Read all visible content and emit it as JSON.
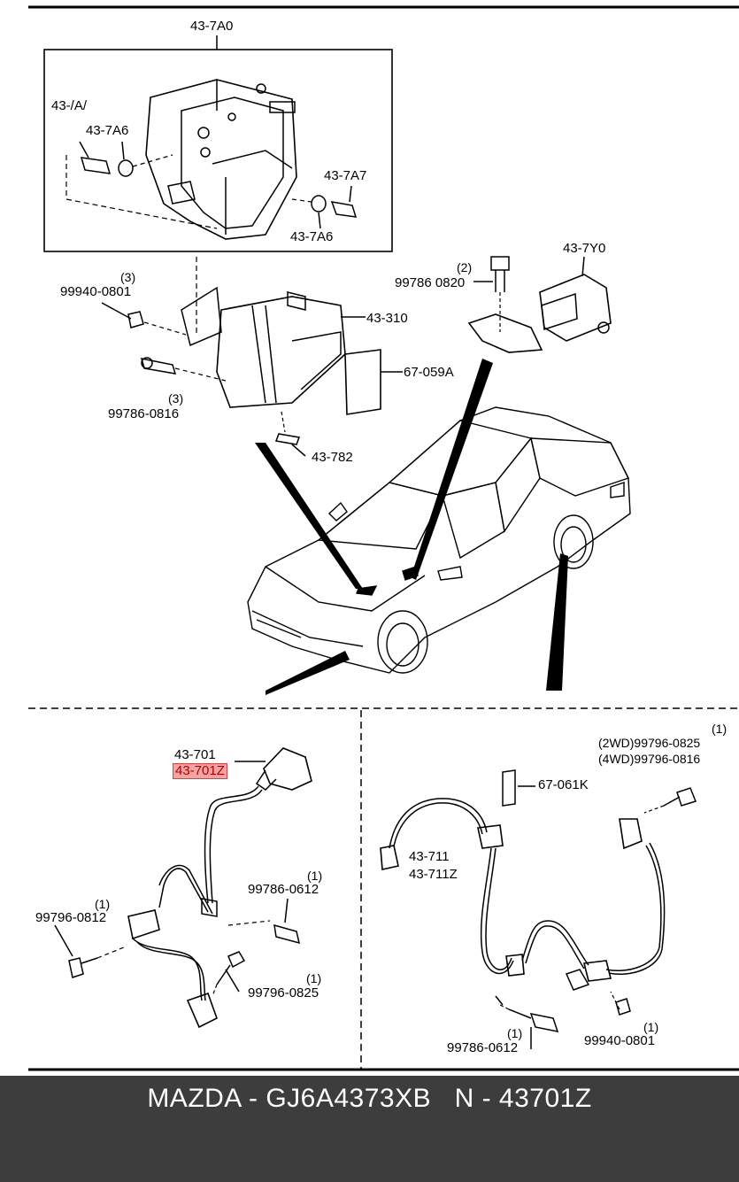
{
  "labels": {
    "abs_unit": "43-7A0",
    "a7a7_left": "43-/A/",
    "a7a6_left": "43-7A6",
    "a7a7_right": "43-7A7",
    "a7a6_right": "43-7A6",
    "bolt_top_qty": "(3)",
    "bolt_top": "99940-0801",
    "bracket": "43-310",
    "pad": "67-059A",
    "bolt_mid_qty": "(3)",
    "bolt_mid": "99786-0816",
    "clip": "43-782",
    "yaw_bolt_qty": "(2)",
    "yaw_bolt": "99786 0820",
    "yaw_sensor": "43-7Y0",
    "front_sensor": "43-701",
    "front_sensor_z": "43-701Z",
    "fl_bolt_a_qty": "(1)",
    "fl_bolt_a": "99786-0612",
    "fl_bolt_b_qty": "(1)",
    "fl_bolt_b": "99796-0812",
    "fl_bolt_c_qty": "(1)",
    "fl_bolt_c": "99796-0825",
    "rear_qty": "(1)",
    "rear_2wd": "(2WD)99796-0825",
    "rear_4wd": "(4WD)99796-0816",
    "rear_pad": "67-061K",
    "rear_sensor": "43-711",
    "rear_sensor_z": "43-711Z",
    "rear_bolt_a_qty": "(1)",
    "rear_bolt_a": "99786-0612",
    "rear_bolt_b_qty": "(1)",
    "rear_bolt_b": "99940-0801"
  },
  "footer": {
    "text": "MAZDA - GJ6A4373XB   N - 43701Z"
  },
  "colors": {
    "footer_bg": "#3d3d3d",
    "highlight": "#f4a3a3"
  }
}
